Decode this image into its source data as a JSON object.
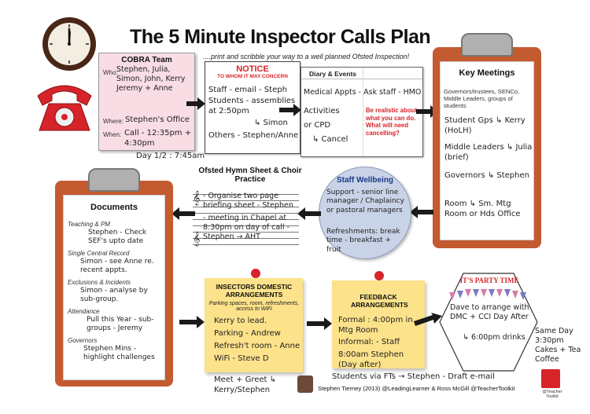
{
  "title": "The 5 Minute Inspector Calls Plan",
  "subtitle": "....print and scribble your way to a well planned Ofsted Inspection!",
  "cobra": {
    "heading": "COBRA Team",
    "who_label": "Who:",
    "who_value": "Stephen, Julia, Simon, John, Kerry Jeremy + Anne",
    "where_label": "Where:",
    "where_value": "Stephen's Office",
    "when_label": "When:",
    "when_value": "Call - 12:35pm + 4:30pm",
    "day_note": "Day 1/2 : 7:45am"
  },
  "notice": {
    "heading": "NOTICE",
    "sub": "TO WHOM IT MAY CONCERN",
    "line1": "Staff - email - Steph",
    "line2": "Students - assemblies at 2:50pm",
    "line3": "↳ Simon",
    "line4": "Others - Stephen/Anne"
  },
  "diary": {
    "heading": "Diary & Events",
    "line1": "Medical Appts - Ask staff - HMO",
    "line2": "Activities",
    "line3": "or CPD",
    "line4": "↳ Cancel",
    "realistic": "Be realistic about what you can do. What will need cancelling?"
  },
  "key_meetings": {
    "heading": "Key Meetings",
    "intro": "Governors/trustees, SENCo, Middle Leaders, groups of students",
    "items": [
      "Student Gps ↳ Kerry (HoLH)",
      "Middle Leaders ↳ Julia (brief)",
      "Governors ↳ Stephen",
      "Room ↳ Sm. Mtg Room or Hds Office"
    ]
  },
  "hymn": {
    "heading": "Ofsted Hymn Sheet & Choir Practice",
    "line1": "- Organise two page briefing sheet - Stephen",
    "line2": "- meeting in Chapel at 8:30pm on day of call - Stephen → AHT"
  },
  "wellbeing": {
    "heading": "Staff Wellbeing",
    "line1": "Support - senior line manager / Chaplaincy or pastoral managers",
    "line2": "Refreshments: break time - breakfast + fruit"
  },
  "documents": {
    "heading": "Documents",
    "sections": [
      {
        "label": "Teaching & PM",
        "value": "Stephen - Check SEF's upto date"
      },
      {
        "label": "Single Central Record",
        "value": "Simon - see Anne re. recent appts."
      },
      {
        "label": "Exclusions & Incidents",
        "value": "Simon - analyse by sub-group."
      },
      {
        "label": "Attendance",
        "value": "Pull this Year - sub-groups - Jeremy"
      },
      {
        "label": "Governors",
        "value": "Stephen Mins - highlight challenges"
      }
    ]
  },
  "domestic": {
    "heading": "INSECTORS DOMESTIC ARRANGEMENTS",
    "sub": "Parking spaces, room, refreshments, access to WiFi",
    "lines": [
      "Kerry to lead.",
      "Parking - Andrew",
      "Refresh't room - Anne",
      "WiFi - Steve D"
    ],
    "meet": "Meet + Greet ↳ Kerry/Stephen"
  },
  "feedback": {
    "heading": "FEEDBACK ARRANGEMENTS",
    "lines": [
      "Formal : 4:00pm in Mtg Room",
      "Informal: - Staff",
      "8:00am Stephen (Day after)"
    ],
    "students": "Students via FTs → Stephen - Draft e-mail"
  },
  "party": {
    "heading": "IT'S PARTY TIME",
    "line1": "Dave to arrange with DMC + CCI Day After",
    "line2": "↳ 6:00pm drinks",
    "same_day": "Same Day 3:30pm Cakes + Tea Coffee"
  },
  "credit": "Stephen Tierney (2013) @LeadingLearner & Ross McGill @TeacherToolkit",
  "badge": "@Teacher Toolkit",
  "colors": {
    "clipboard": "#c35a30",
    "sticky": "#fce28a",
    "wellbeing_circle": "#c9d3e8",
    "cobra_bg": "#f8dde4",
    "arrow": "#1a1a1a",
    "accent_red": "#d6242a"
  }
}
